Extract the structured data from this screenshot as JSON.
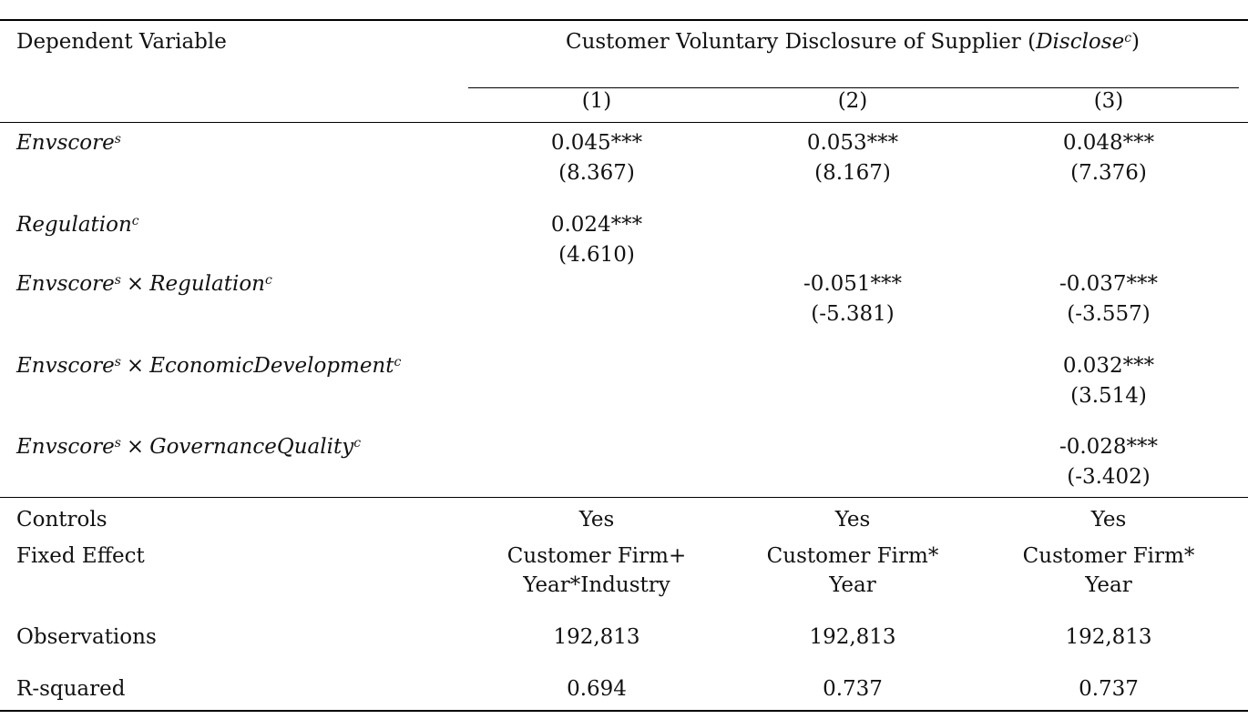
{
  "table": {
    "header": {
      "dep_label": "Dependent Variable",
      "dep_title": "Customer Voluntary Disclosure of Supplier (",
      "dep_var": "Disclose",
      "dep_sup": "c",
      "dep_close": ")",
      "cols": [
        "(1)",
        "(2)",
        "(3)"
      ]
    },
    "rows": [
      {
        "name": "Envscore",
        "sup": "s",
        "times": "",
        "name2": "",
        "sup2": "",
        "coef": [
          "0.045***",
          "0.053***",
          "0.048***"
        ],
        "tstat": [
          "(8.367)",
          "(8.167)",
          "(7.376)"
        ]
      },
      {
        "name": "Regulation",
        "sup": "c",
        "times": "",
        "name2": "",
        "sup2": "",
        "coef": [
          "0.024***",
          "",
          ""
        ],
        "tstat": [
          "(4.610)",
          "",
          ""
        ]
      },
      {
        "name": "Envscore",
        "sup": "s",
        "times": "×",
        "name2": "Regulation",
        "sup2": "c",
        "coef": [
          "",
          "-0.051***",
          "-0.037***"
        ],
        "tstat": [
          "",
          "(-5.381)",
          "(-3.557)"
        ]
      },
      {
        "name": "Envscore",
        "sup": "s",
        "times": "×",
        "name2": "EconomicDevelopment",
        "sup2": "c",
        "coef": [
          "",
          "",
          "0.032***"
        ],
        "tstat": [
          "",
          "",
          "(3.514)"
        ]
      },
      {
        "name": "Envscore",
        "sup": "s",
        "times": "×",
        "name2": "GovernanceQuality",
        "sup2": "c",
        "coef": [
          "",
          "",
          "-0.028***"
        ],
        "tstat": [
          "",
          "",
          "(-3.402)"
        ]
      }
    ],
    "footer": {
      "controls": {
        "label": "Controls",
        "values": [
          "Yes",
          "Yes",
          "Yes"
        ]
      },
      "fixed_effect": {
        "label": "Fixed Effect",
        "line1": [
          "Customer Firm+",
          "Customer Firm*",
          "Customer Firm*"
        ],
        "line2": [
          "Year*Industry",
          "Year",
          "Year"
        ]
      },
      "observations": {
        "label": "Observations",
        "values": [
          "192,813",
          "192,813",
          "192,813"
        ]
      },
      "r_squared": {
        "label": "R-squared",
        "values": [
          "0.694",
          "0.737",
          "0.737"
        ]
      }
    }
  }
}
